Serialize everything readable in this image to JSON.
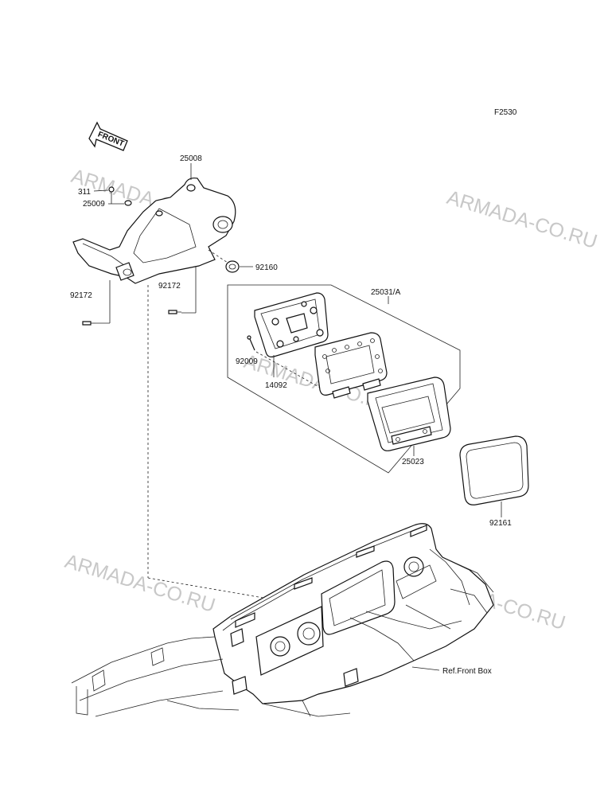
{
  "figure_code": "F2530",
  "front_arrow_label": "FRONT",
  "watermark": "ARMADA-CO.RU",
  "ref_label": "Ref.Front Box",
  "part_numbers": {
    "p25008": "25008",
    "p311": "311",
    "p25009": "25009",
    "p92172_left": "92172",
    "p92172_mid": "92172",
    "p92160": "92160",
    "p25031": "25031/A",
    "p92009": "92009",
    "p14092": "14092",
    "p25023": "25023",
    "p92161": "92161"
  }
}
